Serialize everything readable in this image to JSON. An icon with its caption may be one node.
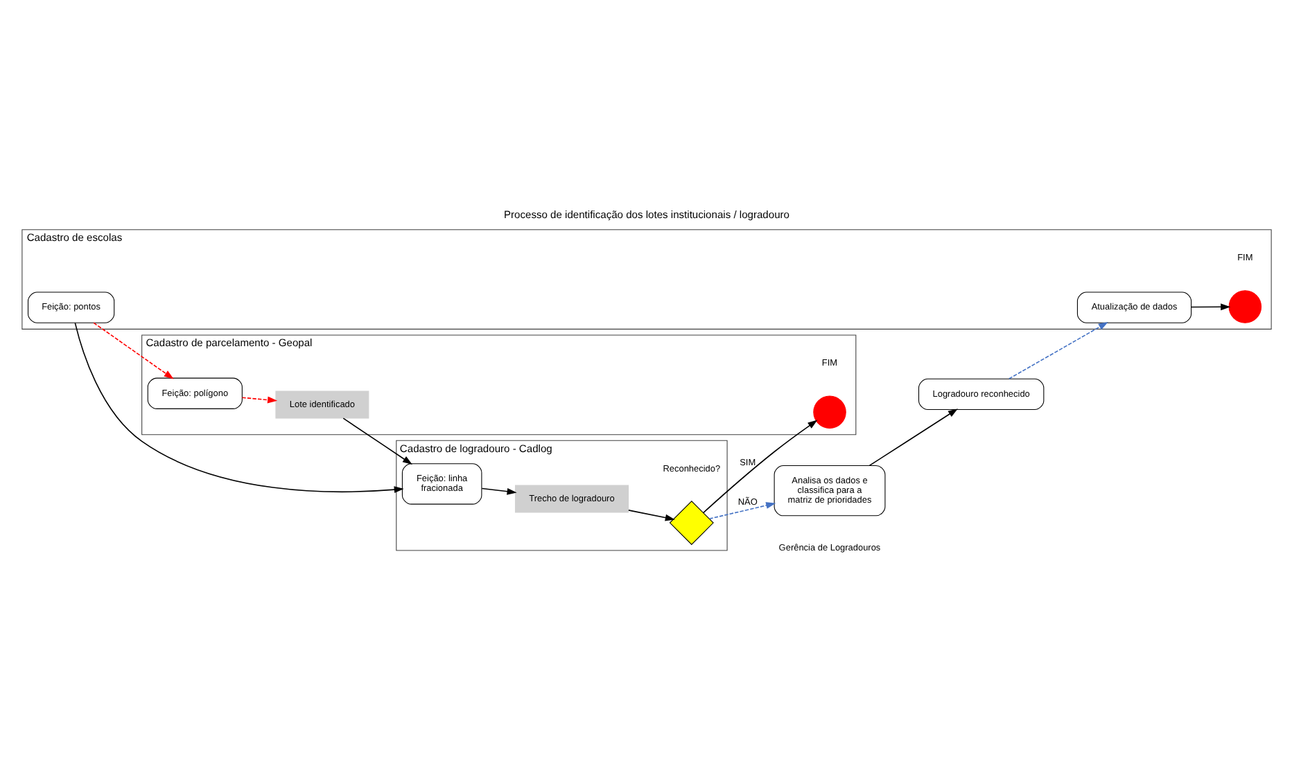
{
  "diagram": {
    "title": "Processo de identificação dos lotes institucionais / logradouro",
    "nodes": [
      {
        "text": [
          "Cadastro de escolas"
        ]
      },
      {
        "text": [
          "Feição: pontos"
        ],
        "in": 0
      },
      {
        "text": [],
        "shape": "circle",
        "beside": [
          "FIM"
        ],
        "in": 0
      },
      {
        "text": [
          "Atualização de dados"
        ],
        "in": 0
      },
      {
        "text": [
          "Logradouro reconhecido"
        ]
      },
      {
        "text": [
          "Cadastro de logradouro - Cadlog"
        ]
      },
      {
        "text": [
          "Feição: linha fracionada"
        ],
        "in": 5
      },
      {
        "text": [
          "Trecho de logradouro"
        ],
        "in": 5
      },
      {
        "text": [],
        "shape": "diamond",
        "beside": [
          "Reconhecido?"
        ],
        "in": 5
      },
      {
        "text": [
          "Analisa os dados e classifica para a matriz de prioridades"
        ],
        "beside": [
          "Gerência de Logradouros"
        ]
      },
      {
        "text": [
          "Cadastro de parcelamento - Geopal"
        ]
      },
      {
        "text": [
          "Feição: polígono"
        ],
        "in": 10
      },
      {
        "text": [
          "Lote identificado"
        ],
        "in": 10
      },
      {
        "text": [],
        "shape": "circle",
        "beside": [
          "FIM"
        ],
        "in": 10
      }
    ],
    "edges": [
      {
        "from": 1,
        "to": 6,
        "arrow": "to"
      },
      {
        "from": 6,
        "to": 7,
        "arrow": "to"
      },
      {
        "from": 7,
        "to": 8,
        "arrow": "to"
      },
      {
        "from": 8,
        "to": 9,
        "arrow": "to",
        "label": "NÃO",
        "style": "dashed",
        "color": "#4472c4"
      },
      {
        "from": 8,
        "to": 13,
        "arrow": "to",
        "label": "SIM"
      },
      {
        "from": 12,
        "to": 6,
        "arrow": "to"
      },
      {
        "from": 9,
        "to": 4,
        "arrow": "to"
      },
      {
        "from": 4,
        "to": 3,
        "arrow": "to",
        "style": "dashed",
        "color": "#4472c4"
      },
      {
        "from": 3,
        "to": 2,
        "arrow": "to"
      },
      {
        "from": 1,
        "to": 11,
        "arrow": "to",
        "style": "dashed",
        "color": "#ff0000"
      },
      {
        "from": 11,
        "to": 12,
        "arrow": "to",
        "style": "dashed",
        "color": "#ff0000"
      }
    ]
  }
}
